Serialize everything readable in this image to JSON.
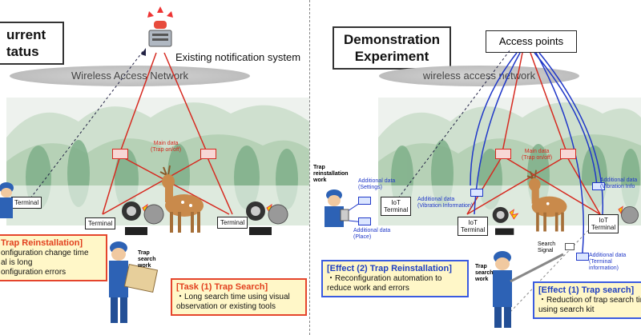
{
  "left": {
    "title_line1": "urrent",
    "title_line2": "tatus",
    "network": "Wireless Access Network",
    "notification": "Existing notification system",
    "main_data_line1": "Main data",
    "main_data_line2": "(Trap on/off)",
    "terminal": "Terminal",
    "trap_search_work_line1": "Trap",
    "trap_search_work_line2": "search",
    "trap_search_work_line3": "work",
    "task2_title": "Trap Reinstallation]",
    "task2_lines": [
      "onfiguration change time",
      "al is long",
      "onfiguration errors"
    ],
    "task1_title": "[Task (1) Trap Search]",
    "task1_lines": [
      "・Long search time using visual",
      "observation or existing tools"
    ]
  },
  "right": {
    "title_line1": "Demonstration",
    "title_line2": "Experiment",
    "access_points": "Access points",
    "network": "wireless access network",
    "main_data_line1": "Main data",
    "main_data_line2": "(Trap on/off)",
    "reinstall_work_line1": "Trap",
    "reinstall_work_line2": "reinstallation",
    "reinstall_work_line3": "work",
    "add_settings_line1": "Additional data",
    "add_settings_line2": "(Settings)",
    "add_place_line1": "Additional data",
    "add_place_line2": "(Place)",
    "add_vib_line1": "Additional data",
    "add_vib_line2": "(Vibration Information)",
    "add_vib2_line1": "Additional data",
    "add_vib2_line2": "(Vibration Info",
    "add_term_line1": "Additional data",
    "add_term_line2": "(Terminal information)",
    "iot_line1": "IoT",
    "iot_line2": "Terminal",
    "search_signal_line1": "Search",
    "search_signal_line2": "Signal",
    "trap_search_work_line1": "Trap",
    "trap_search_work_line2": "search",
    "trap_search_work_line3": "work",
    "effect2_title": "[Effect (2) Trap Reinstallation]",
    "effect2_lines": [
      "・Reconfiguration automation to",
      "reduce work and errors"
    ],
    "effect1_title": "[Effect (1) Trap search]",
    "effect1_lines": [
      "・Reduction of trap search tim",
      "using search kit"
    ]
  },
  "colors": {
    "red": "#d62a20",
    "blue": "#2038c8",
    "callout_bg": "#fff7c8"
  }
}
